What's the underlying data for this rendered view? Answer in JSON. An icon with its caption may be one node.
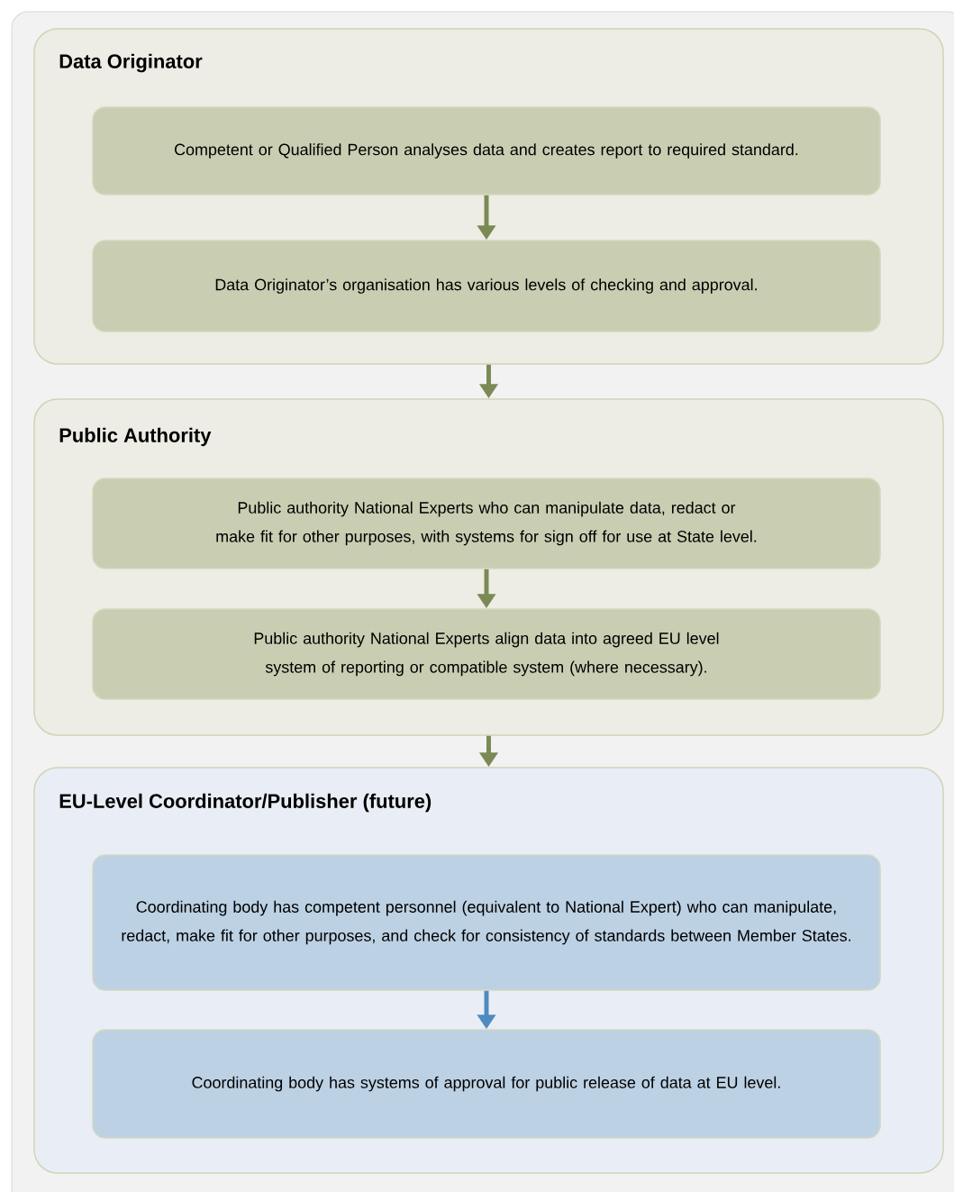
{
  "diagram": {
    "nodes": [
      {
        "text": [
          "Data Originator"
        ]
      },
      {
        "text": [
          "Competent or Qualified Person analyses data and creates report to required standard."
        ],
        "in": 0
      },
      {
        "text": [
          "Data Originator’s organisation has various levels of checking and approval."
        ],
        "in": 0
      },
      {
        "text": [
          "Public Authority"
        ]
      },
      {
        "text": [
          "Public authority National Experts who can manipulate data, redact or make fit for other purposes, with systems for sign off for use at State level."
        ],
        "in": 3
      },
      {
        "text": [
          "Public authority National Experts align data into agreed EU level system of reporting or compatible system (where necessary)."
        ],
        "in": 3
      },
      {
        "text": [
          "EU-Level Coordinator/Publisher (future)"
        ]
      },
      {
        "text": [
          "Coordinating body has competent personnel (equivalent to National Expert) who can manipulate, redact, make fit for other purposes, and check for consistency of standards between Member States."
        ],
        "in": 6
      },
      {
        "text": [
          "Coordinating body has systems of approval for public release of data at EU level."
        ],
        "in": 6
      }
    ],
    "edges": [
      {
        "from": 1,
        "to": 2,
        "arrow": "to"
      },
      {
        "from": 0,
        "to": 3,
        "arrow": "to"
      },
      {
        "from": 4,
        "to": 5,
        "arrow": "to"
      },
      {
        "from": 3,
        "to": 6,
        "arrow": "to"
      },
      {
        "from": 7,
        "to": 8,
        "arrow": "to",
        "color": "#4f8bc0"
      }
    ]
  }
}
